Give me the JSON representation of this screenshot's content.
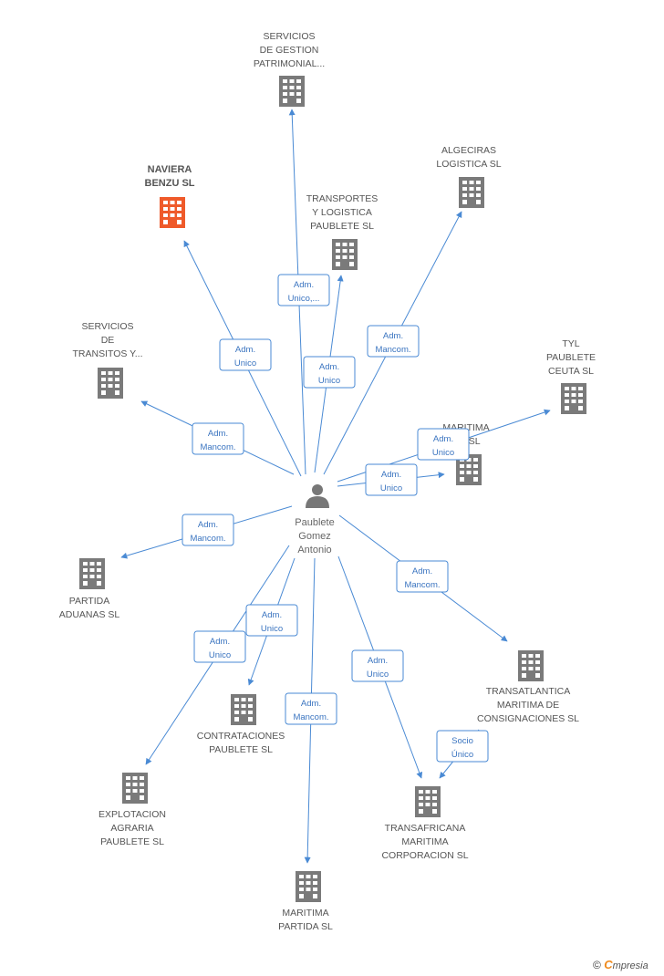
{
  "colors": {
    "building": "#7a7a7a",
    "focus": "#ef5a2a",
    "edge": "#4a8ad4",
    "person": "#777777"
  },
  "person": {
    "lines": [
      "Paublete",
      "Gomez",
      "Antonio"
    ],
    "icon": "person-icon"
  },
  "nodes": [
    {
      "id": "servicios-gestion",
      "lines": [
        "SERVICIOS",
        "DE GESTION",
        "PATRIMONIAL..."
      ],
      "focus": false
    },
    {
      "id": "naviera-benzu",
      "lines": [
        "NAVIERA",
        "BENZU SL"
      ],
      "focus": true
    },
    {
      "id": "transportes-logistica",
      "lines": [
        "TRANSPORTES",
        "Y LOGISTICA",
        "PAUBLETE SL"
      ],
      "focus": false
    },
    {
      "id": "algeciras-logistica",
      "lines": [
        "ALGECIRAS",
        "LOGISTICA SL"
      ],
      "focus": false
    },
    {
      "id": "servicios-transitos",
      "lines": [
        "SERVICIOS",
        "DE",
        "TRANSITOS Y..."
      ],
      "focus": false
    },
    {
      "id": "tyl-paublete",
      "lines": [
        "TYL",
        "PAUBLETE",
        "CEUTA  SL"
      ],
      "focus": false
    },
    {
      "id": "maritima-mp",
      "lines": [
        "MARITIMA",
        "MP SL"
      ],
      "focus": false
    },
    {
      "id": "partida-aduanas",
      "lines": [
        "PARTIDA",
        "ADUANAS SL"
      ],
      "focus": false
    },
    {
      "id": "transatlantica",
      "lines": [
        "TRANSATLANTICA",
        "MARITIMA DE",
        "CONSIGNACIONES SL"
      ],
      "focus": false
    },
    {
      "id": "contrataciones",
      "lines": [
        "CONTRATACIONES",
        "PAUBLETE SL"
      ],
      "focus": false
    },
    {
      "id": "explotacion-agraria",
      "lines": [
        "EXPLOTACION",
        "AGRARIA",
        "PAUBLETE SL"
      ],
      "focus": false
    },
    {
      "id": "transafricana",
      "lines": [
        "TRANSAFRICANA",
        "MARITIMA",
        "CORPORACION SL"
      ],
      "focus": false
    },
    {
      "id": "maritima-partida",
      "lines": [
        "MARITIMA",
        "PARTIDA SL"
      ],
      "focus": false
    }
  ],
  "edges": [
    {
      "to": "servicios-gestion",
      "lines": [
        "Adm.",
        "Unico,..."
      ]
    },
    {
      "to": "naviera-benzu",
      "lines": [
        "Adm.",
        "Unico"
      ]
    },
    {
      "to": "transportes-logistica",
      "lines": [
        "Adm.",
        "Unico"
      ]
    },
    {
      "to": "algeciras-logistica",
      "lines": [
        "Adm.",
        "Mancom."
      ]
    },
    {
      "to": "servicios-transitos",
      "lines": [
        "Adm.",
        "Mancom."
      ]
    },
    {
      "to": "tyl-paublete",
      "lines": [
        "Adm.",
        "Unico"
      ]
    },
    {
      "to": "maritima-mp",
      "lines": [
        "Adm.",
        "Unico"
      ]
    },
    {
      "to": "partida-aduanas",
      "lines": [
        "Adm.",
        "Mancom."
      ]
    },
    {
      "to": "transatlantica",
      "lines": [
        "Adm.",
        "Mancom."
      ]
    },
    {
      "to": "contrataciones",
      "lines": [
        "Adm.",
        "Unico"
      ]
    },
    {
      "to": "explotacion-agraria",
      "lines": [
        "Adm.",
        "Unico"
      ]
    },
    {
      "to": "transafricana",
      "lines": [
        "Adm.",
        "Unico"
      ]
    },
    {
      "to": "maritima-partida",
      "lines": [
        "Adm.",
        "Mancom."
      ]
    },
    {
      "from": "transatlantica",
      "to": "transafricana",
      "lines": [
        "Socio",
        "Único"
      ]
    }
  ],
  "footer": {
    "copyright": "©",
    "brand_initial": "C",
    "brand_rest": "mpresia"
  }
}
